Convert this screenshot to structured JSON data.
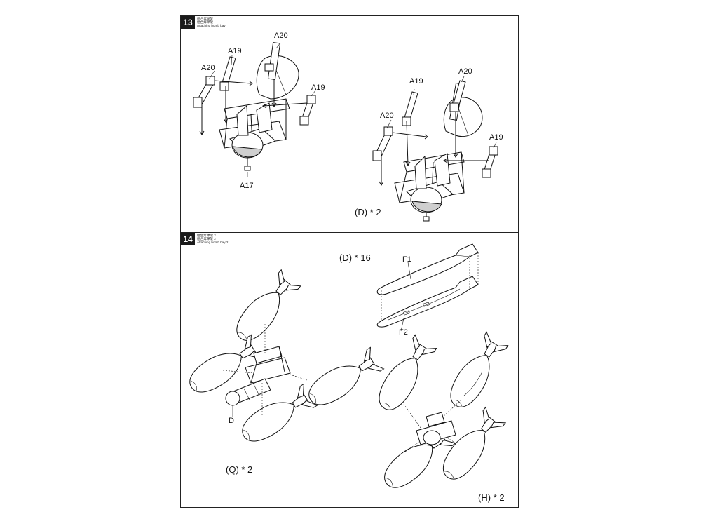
{
  "steps": [
    {
      "number": "13",
      "caption": [
        "組合炸弹架",
        "組合炸彈架",
        "Attaching bomb bay"
      ],
      "labels": [
        "A20",
        "A19",
        "A20",
        "A19",
        "A17",
        "A19",
        "A20",
        "A20",
        "A19"
      ],
      "quantity": "(D) * 2"
    },
    {
      "number": "14",
      "caption": [
        "組合炸弹架 2",
        "組合炸彈架 2",
        "Attaching bomb bay 2"
      ],
      "labels": [
        "F1",
        "F2",
        "D"
      ],
      "quantities": [
        "(D) * 16",
        "(Q) * 2",
        "(H) * 2"
      ]
    }
  ],
  "icons": [
    "bomb-rack-assembly-icon",
    "bomb-icon",
    "bomb-half-icon",
    "arrow-icon"
  ]
}
